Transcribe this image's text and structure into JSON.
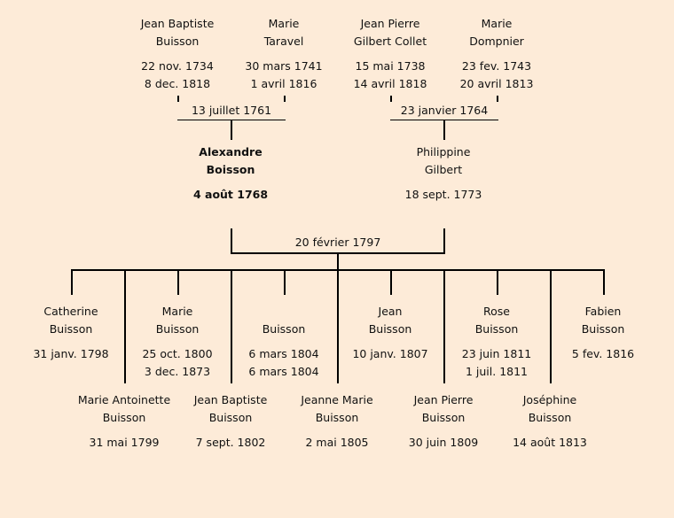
{
  "grandparents": [
    {
      "name": [
        "Jean Baptiste",
        "Buisson"
      ],
      "dates": [
        "22 nov. 1734",
        "8 dec. 1818"
      ]
    },
    {
      "name": [
        "Marie",
        "Taravel"
      ],
      "dates": [
        "30 mars 1741",
        "1 avril 1816"
      ]
    },
    {
      "name": [
        "Jean Pierre",
        "Gilbert Collet"
      ],
      "dates": [
        "15 mai 1738",
        "14 avril 1818"
      ]
    },
    {
      "name": [
        "Marie",
        "Dompnier"
      ],
      "dates": [
        "23 fev. 1743",
        "20 avril 1813"
      ]
    }
  ],
  "grandparent_marriages": [
    "13 juillet 1761",
    "23 janvier 1764"
  ],
  "parents": [
    {
      "name": [
        "Alexandre",
        "Boisson"
      ],
      "dates": [
        "4 août 1768"
      ],
      "highlight": true
    },
    {
      "name": [
        "Philippine",
        "Gilbert"
      ],
      "dates": [
        "18 sept. 1773"
      ]
    }
  ],
  "parent_marriage": "20 février 1797",
  "children": [
    {
      "name": [
        "Catherine",
        "Buisson"
      ],
      "dates": [
        "31 janv. 1798"
      ]
    },
    {
      "name": [
        "Marie Antoinette",
        "Buisson"
      ],
      "dates": [
        "31 mai 1799"
      ]
    },
    {
      "name": [
        "Marie",
        "Buisson"
      ],
      "dates": [
        "25 oct. 1800",
        "3 dec. 1873"
      ]
    },
    {
      "name": [
        "Jean Baptiste",
        "Buisson"
      ],
      "dates": [
        "7 sept. 1802"
      ]
    },
    {
      "name": [
        "",
        "Buisson"
      ],
      "dates": [
        "6 mars 1804",
        "6 mars 1804"
      ]
    },
    {
      "name": [
        "Jeanne Marie",
        "Buisson"
      ],
      "dates": [
        "2 mai 1805"
      ]
    },
    {
      "name": [
        "Jean",
        "Buisson"
      ],
      "dates": [
        "10 janv. 1807"
      ]
    },
    {
      "name": [
        "Jean Pierre",
        "Buisson"
      ],
      "dates": [
        "30 juin 1809"
      ]
    },
    {
      "name": [
        "Rose",
        "Buisson"
      ],
      "dates": [
        "23 juin 1811",
        "1 juil. 1811"
      ]
    },
    {
      "name": [
        "Joséphine",
        "Buisson"
      ],
      "dates": [
        "14 août 1813"
      ]
    },
    {
      "name": [
        "Fabien",
        "Buisson"
      ],
      "dates": [
        "5 fev. 1816"
      ]
    }
  ],
  "colors": {
    "background": "#fdebd8",
    "line": "#000000"
  }
}
